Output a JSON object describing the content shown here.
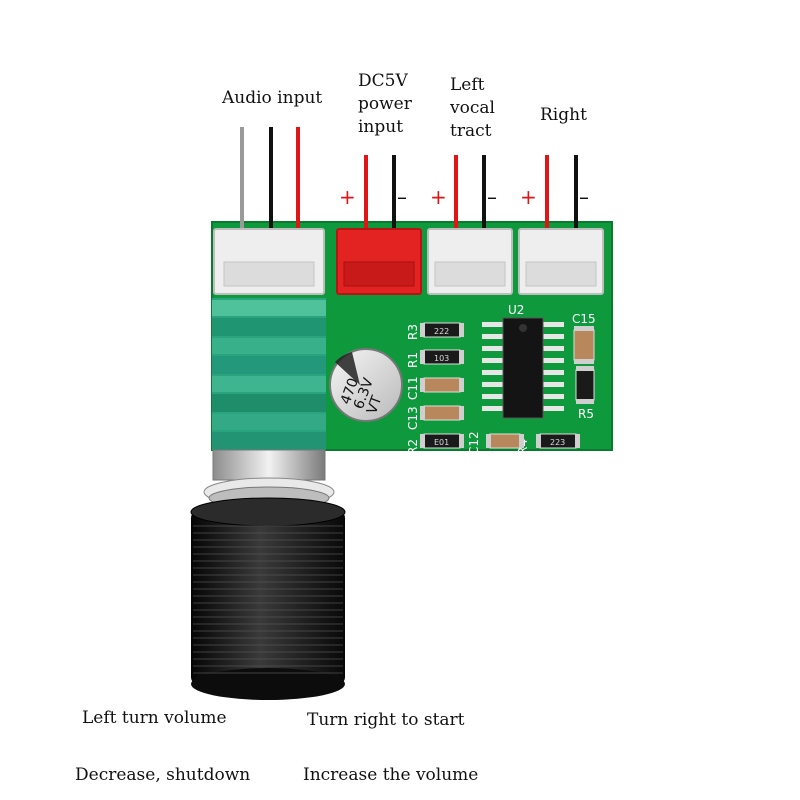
{
  "connectors": {
    "audio_input": {
      "label": "Audio input"
    },
    "power_input": {
      "label_lines": [
        "DC5V",
        "power",
        "input"
      ],
      "plus": "+",
      "minus": "–"
    },
    "left_channel": {
      "label_lines": [
        "Left",
        "vocal",
        "tract"
      ],
      "plus": "+",
      "minus": "–"
    },
    "right_channel": {
      "label": "Right",
      "plus": "+",
      "minus": "–"
    }
  },
  "board": {
    "chip": "U2",
    "capacitor": {
      "line1": "470",
      "line2": "6.3V",
      "line3": "VT"
    },
    "designators": {
      "r3": "R3",
      "r1": "R1",
      "c11": "C11",
      "c13": "C13",
      "r2": "R2",
      "c12": "C12",
      "r4": "R4",
      "c15": "C15",
      "r5": "R5"
    },
    "smd_codes": {
      "r3": "222",
      "r1": "103",
      "r2": "E01",
      "r4": "223"
    }
  },
  "captions": {
    "left_1": "Left turn volume",
    "left_2": "Decrease, shutdown",
    "right_1": "Turn right to start",
    "right_2": "Increase the volume"
  },
  "colors": {
    "pcb": "#0e9a3c",
    "connector": "#eeeeee",
    "power_connector": "#e32222",
    "wire_red": "#e01515",
    "wire_black": "#111111",
    "wire_grey": "#9a9a9a",
    "pot_teal": "#2aa37f",
    "knob": "#1a1a1a"
  }
}
